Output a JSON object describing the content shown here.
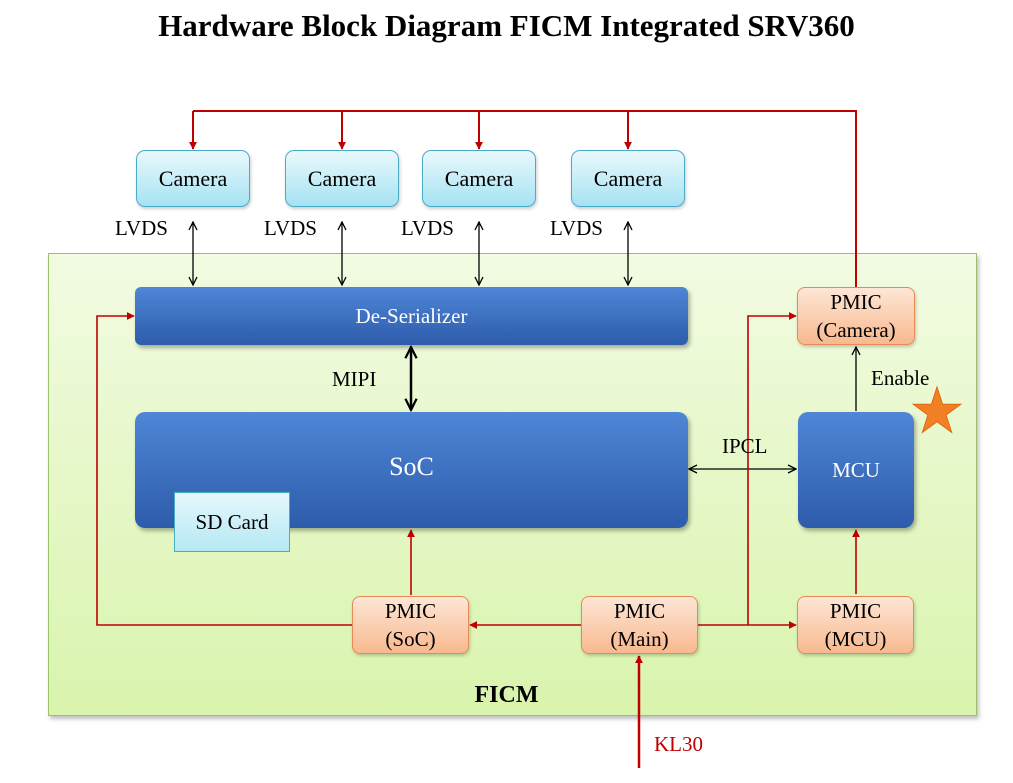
{
  "title": "Hardware Block Diagram FICM Integrated SRV360",
  "cameras": [
    {
      "label": "Camera"
    },
    {
      "label": "Camera"
    },
    {
      "label": "Camera"
    },
    {
      "label": "Camera"
    }
  ],
  "lvds_label": "LVDS",
  "deserializer": "De-Serializer",
  "soc": "SoC",
  "sd_card": "SD Card",
  "mcu": "MCU",
  "mipi": "MIPI",
  "ipcl": "IPCL",
  "enable": "Enable",
  "pmic": {
    "camera": {
      "line1": "PMIC",
      "line2": "(Camera)"
    },
    "soc": {
      "line1": "PMIC",
      "line2": "(SoC)"
    },
    "main": {
      "line1": "PMIC",
      "line2": "(Main)"
    },
    "mcu": {
      "line1": "PMIC",
      "line2": "(MCU)"
    }
  },
  "ficm": "FICM",
  "kl30": "KL30",
  "colors": {
    "power_line": "#c00000",
    "block_blue": "#3a6fc4",
    "pmic_fill": "#f8b98f",
    "camera_fill": "#a6e2f2",
    "ficm_fill": "#d9f4ad",
    "star": "#f07f26"
  }
}
